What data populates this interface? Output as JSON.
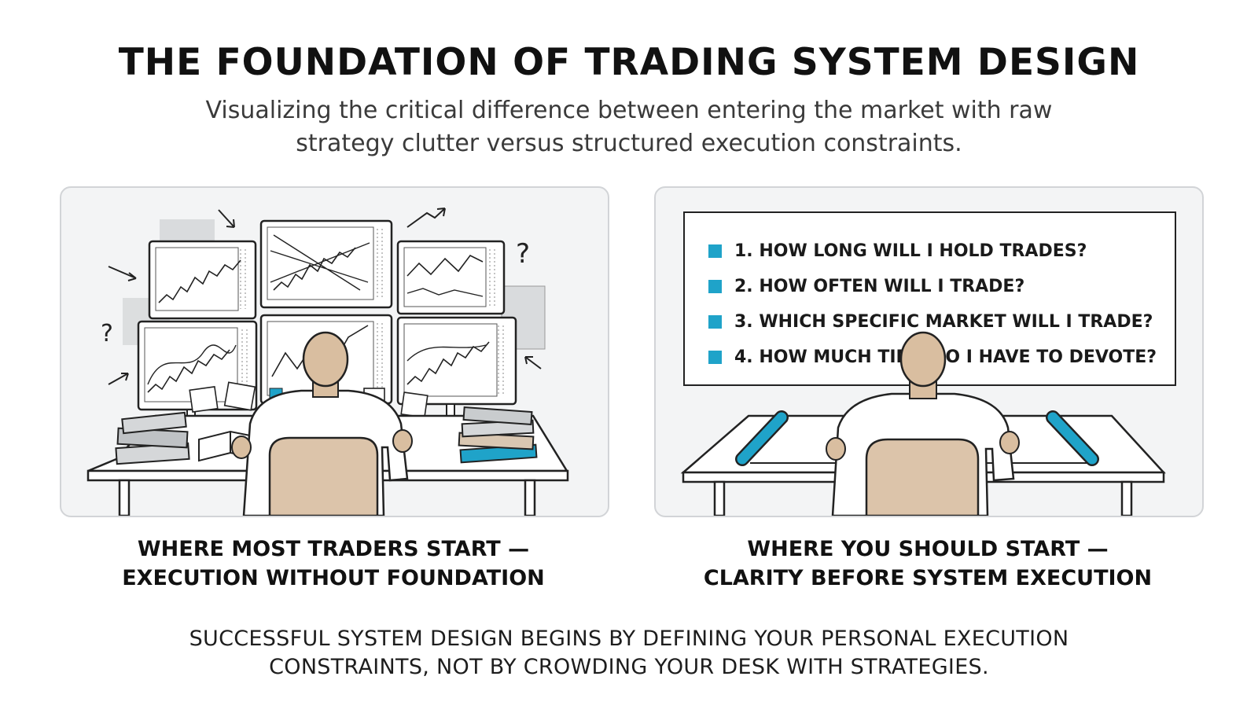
{
  "title": "THE FOUNDATION OF TRADING SYSTEM DESIGN",
  "subtitle_lines": [
    "Visualizing the critical difference between entering the market with raw",
    "strategy clutter versus structured execution constraints."
  ],
  "left_panel": {
    "caption_lines": [
      "WHERE MOST TRADERS START —",
      "EXECUTION WITHOUT FOUNDATION"
    ],
    "illustration_icons": [
      "monitor-wall-icon",
      "candlestick-chart-icon",
      "question-mark-icon",
      "arrow-icon",
      "book-stack-icon",
      "sticky-note-icon",
      "trader-icon",
      "chair-icon",
      "desk-icon"
    ]
  },
  "right_panel": {
    "questions": [
      "1. HOW LONG WILL I HOLD TRADES?",
      "2. HOW OFTEN WILL I TRADE?",
      "3. WHICH SPECIFIC MARKET WILL I TRADE?",
      "4. HOW MUCH TIME DO I HAVE TO DEVOTE?"
    ],
    "caption_lines": [
      "WHERE YOU SHOULD START —",
      "CLARITY BEFORE SYSTEM EXECUTION"
    ],
    "illustration_icons": [
      "whiteboard-icon",
      "trader-icon",
      "chair-icon",
      "desk-icon",
      "blueprint-roll-icon"
    ]
  },
  "footer_lines": [
    "SUCCESSFUL SYSTEM DESIGN BEGINS BY DEFINING YOUR PERSONAL EXECUTION",
    "CONSTRAINTS, NOT BY CROWDING YOUR DESK WITH STRATEGIES."
  ],
  "colors": {
    "accent": "#1fa3c9",
    "panel_bg": "#f3f4f5",
    "panel_border": "#d2d4d7",
    "skin": "#d9bea0",
    "chair": "#dcc4aa",
    "ink": "#222222"
  }
}
